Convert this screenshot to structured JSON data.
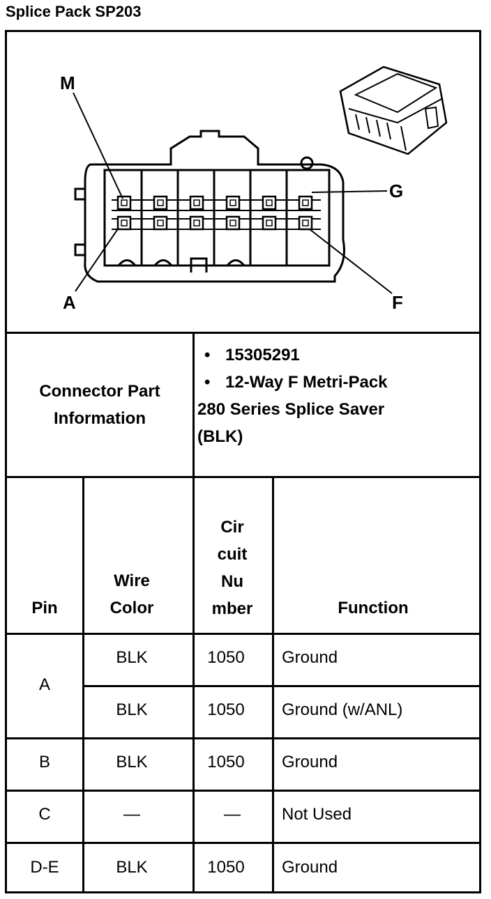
{
  "title": "Splice Pack SP203",
  "diagram_labels": {
    "m": "M",
    "g": "G",
    "a": "A",
    "f": "F"
  },
  "connector_info": {
    "label_line1": "Connector Part",
    "label_line2": "Information",
    "bullets": [
      "15305291",
      "12-Way F Metri-Pack"
    ],
    "desc_line1": "280 Series Splice Saver",
    "desc_line2": "(BLK)"
  },
  "table": {
    "headers": {
      "pin": "Pin",
      "wire_line1": "Wire",
      "wire_line2": "Color",
      "circ_line1": "Cir",
      "circ_line2": "cuit",
      "circ_line3": "Nu",
      "circ_line4": "mber",
      "function": "Function"
    },
    "rows": [
      {
        "pin": "A",
        "color": "BLK",
        "circuit": "1050",
        "function": "Ground"
      },
      {
        "pin": "",
        "color": "BLK",
        "circuit": "1050",
        "function": "Ground (w/ANL)"
      },
      {
        "pin": "B",
        "color": "BLK",
        "circuit": "1050",
        "function": "Ground"
      },
      {
        "pin": "C",
        "color": "—",
        "circuit": "—",
        "function": "Not Used"
      },
      {
        "pin": "D-E",
        "color": "BLK",
        "circuit": "1050",
        "function": "Ground"
      }
    ]
  }
}
